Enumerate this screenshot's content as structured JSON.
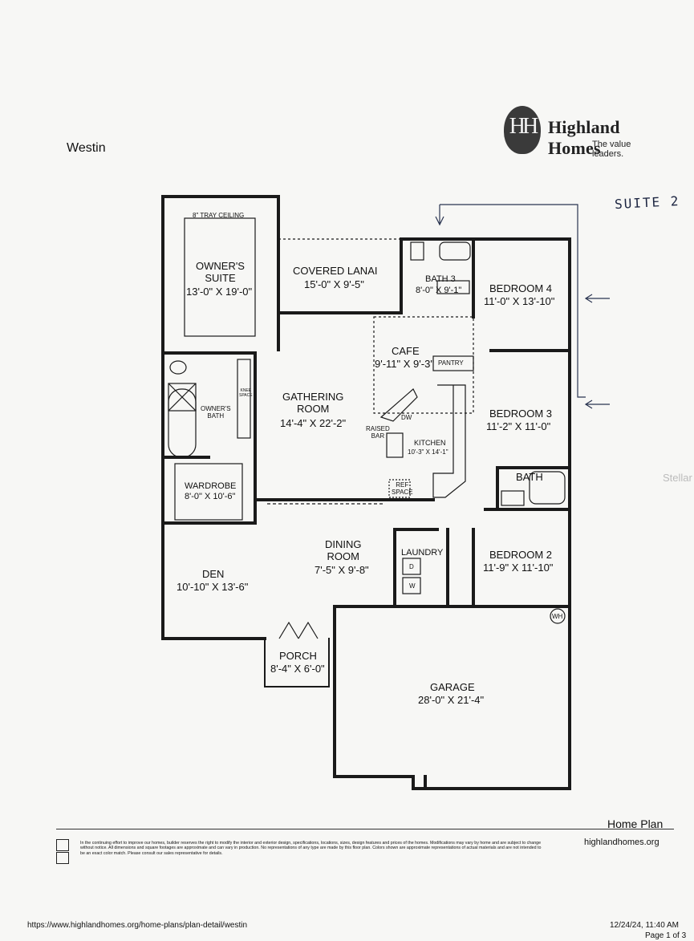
{
  "header": {
    "plan_name": "Westin",
    "brand_name": "Highland Homes",
    "tagline": "The value leaders.",
    "logo_letters": "HH"
  },
  "annotation": {
    "handwritten": "SUITE 2"
  },
  "rooms": {
    "owners_suite": {
      "name": "OWNER'S\nSUITE",
      "size": "13'-0\" X 19'-0\"",
      "ceiling": "8\" TRAY CEILING"
    },
    "covered_lanai": {
      "name": "COVERED LANAI",
      "size": "15'-0\" X 9'-5\""
    },
    "bath3": {
      "name": "BATH 3",
      "size": "8'-0\" X 9'-1\""
    },
    "bedroom4": {
      "name": "BEDROOM 4",
      "size": "11'-0\" X 13'-10\""
    },
    "cafe": {
      "name": "CAFE",
      "size": "9'-11\" X 9'-3\""
    },
    "pantry": {
      "name": "PANTRY"
    },
    "gathering": {
      "name": "GATHERING\nROOM",
      "size": "14'-4\" X 22'-2\""
    },
    "owners_bath": {
      "name": "OWNER'S\nBATH"
    },
    "knee_space": {
      "name": "KNEE\nSPACE"
    },
    "raised_bar": {
      "name": "RAISED\nBAR"
    },
    "dw": {
      "name": "DW"
    },
    "kitchen": {
      "name": "KITCHEN",
      "size": "10'-3\" X 14'-1\""
    },
    "bedroom3": {
      "name": "BEDROOM 3",
      "size": "11'-2\" X 11'-0\""
    },
    "wardrobe": {
      "name": "WARDROBE",
      "size": "8'-0\" X 10'-6\""
    },
    "ref_space": {
      "name": "REF\nSPACE"
    },
    "bath": {
      "name": "BATH"
    },
    "dining": {
      "name": "DINING\nROOM",
      "size": "7'-5\" X 9'-8\""
    },
    "laundry": {
      "name": "LAUNDRY",
      "d": "D",
      "w": "W"
    },
    "bedroom2": {
      "name": "BEDROOM 2",
      "size": "11'-9\" X 11'-10\""
    },
    "den": {
      "name": "DEN",
      "size": "10'-10\" X 13'-6\""
    },
    "wh": {
      "name": "WH"
    },
    "porch": {
      "name": "PORCH",
      "size": "8'-4\" X 6'-0\""
    },
    "garage": {
      "name": "GARAGE",
      "size": "28'-0\" X 21'-4\""
    }
  },
  "footer": {
    "home_plan": "Home Plan",
    "website": "highlandhomes.org",
    "disclaimer": "In the continuing effort to improve our homes, builder reserves the right to modify the interior and exterior design, specifications, locations, sizes, design features and prices of the homes. Modifications may vary by home and are subject to change without notice. All dimensions and square footages are approximate and can vary in production. No representations of any type are made by this floor plan. Colors shown are approximate representations of actual materials and are not intended to be an exact color match. Please consult our sales representative for details."
  },
  "print": {
    "url": "https://www.highlandhomes.org/home-plans/plan-detail/westin",
    "timestamp": "12/24/24, 11:40 AM",
    "page": "Page 1 of 3"
  },
  "watermark": "Stellar"
}
